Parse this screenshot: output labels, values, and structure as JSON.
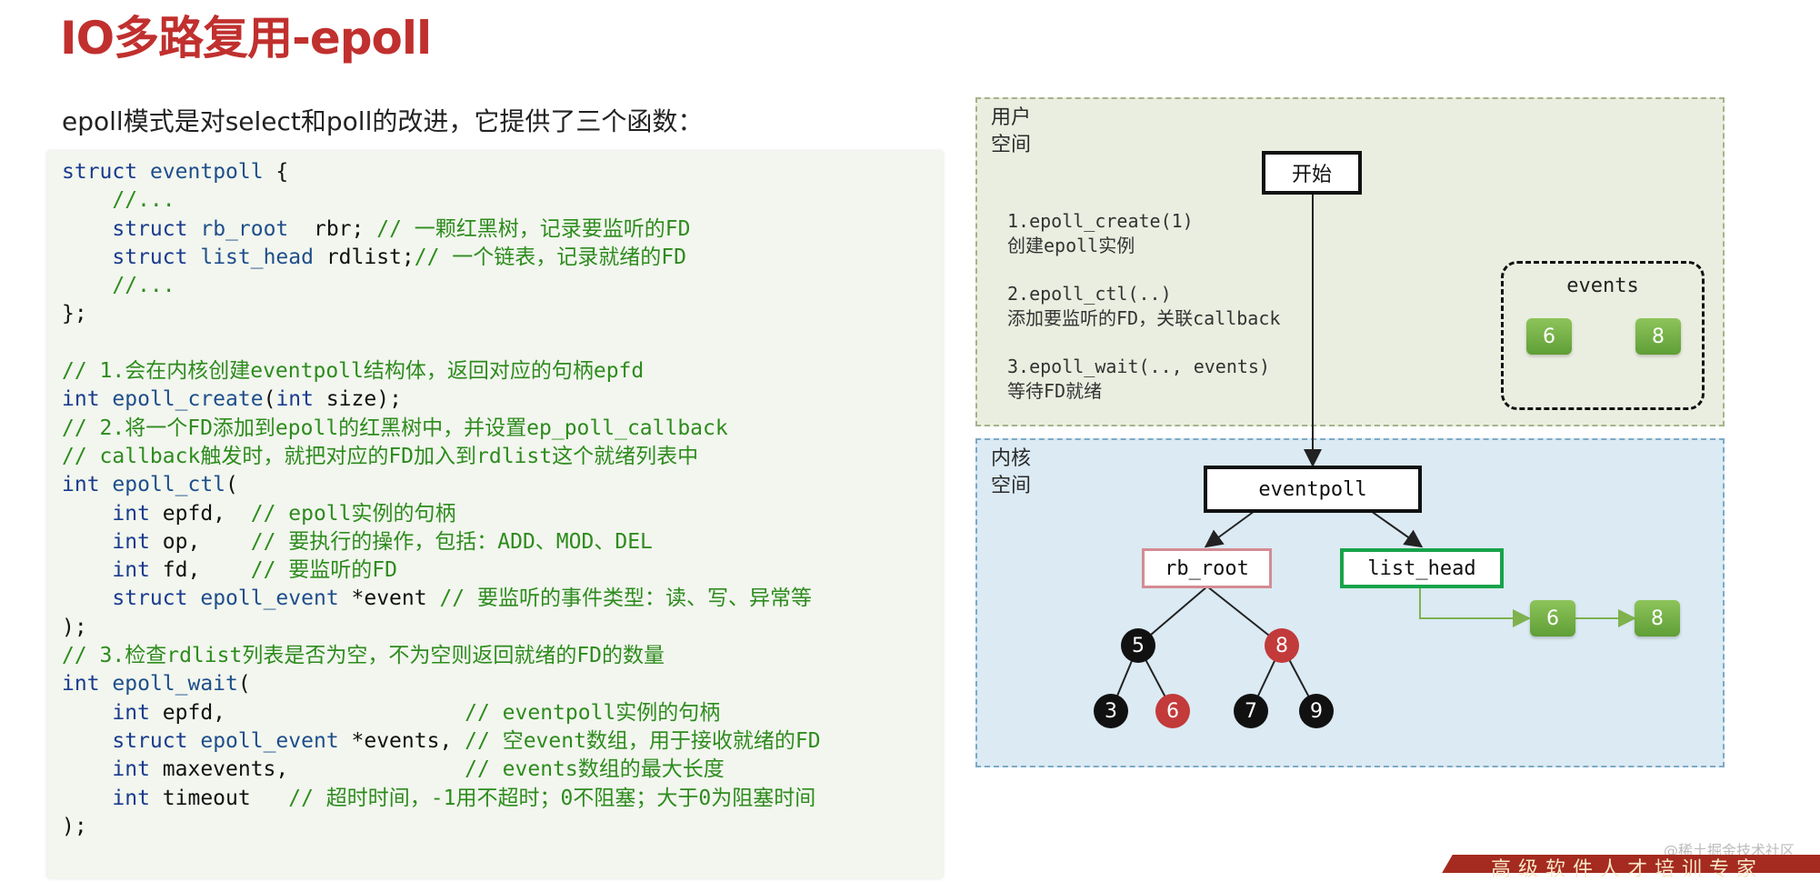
{
  "page": {
    "title": "IO多路复用-epoll",
    "subtitle": "epoll模式是对select和poll的改进，它提供了三个函数："
  },
  "code": {
    "lines": [
      "struct eventpoll {",
      "    //...",
      "    struct rb_root  rbr; // 一颗红黑树，记录要监听的FD",
      "    struct list_head rdlist;// 一个链表，记录就绪的FD",
      "    //...",
      "};",
      "",
      "// 1.会在内核创建eventpoll结构体，返回对应的句柄epfd",
      "int epoll_create(int size);",
      "// 2.将一个FD添加到epoll的红黑树中，并设置ep_poll_callback",
      "// callback触发时，就把对应的FD加入到rdlist这个就绪列表中",
      "int epoll_ctl(",
      "    int epfd,  // epoll实例的句柄",
      "    int op,    // 要执行的操作，包括：ADD、MOD、DEL",
      "    int fd,    // 要监听的FD",
      "    struct epoll_event *event // 要监听的事件类型：读、写、异常等",
      ");",
      "// 3.检查rdlist列表是否为空，不为空则返回就绪的FD的数量",
      "int epoll_wait(",
      "    int epfd,                   // eventpoll实例的句柄",
      "    struct epoll_event *events, // 空event数组，用于接收就绪的FD",
      "    int maxevents,              // events数组的最大长度",
      "    int timeout   // 超时时间，-1用不超时；0不阻塞；大于0为阻塞时间",
      ");"
    ]
  },
  "diagram": {
    "user_space_label": "用户\n空间",
    "kernel_space_label": "内核\n空间",
    "start_label": "开始",
    "steps": [
      {
        "call": "1.epoll_create(1)",
        "desc": "创建epoll实例"
      },
      {
        "call": "2.epoll_ctl(..)",
        "desc": "添加要监听的FD，关联callback"
      },
      {
        "call": "3.epoll_wait(.., events)",
        "desc": "等待FD就绪"
      }
    ],
    "events_label": "events",
    "events_items": [
      "6",
      "8"
    ],
    "eventpoll_label": "eventpoll",
    "rb_root_label": "rb_root",
    "list_head_label": "list_head",
    "list_items": [
      "6",
      "8"
    ],
    "tree_nodes": {
      "root": "5",
      "right": "8",
      "ll": "3",
      "lr": "6",
      "rl": "7",
      "rr": "9"
    }
  },
  "footer": {
    "watermark": "@稀土掘金技术社区",
    "banner": "高级软件人才培训专家"
  }
}
